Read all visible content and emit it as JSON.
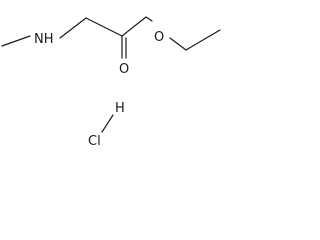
{
  "molecule": {
    "atoms": {
      "nitrogen": "NH",
      "carbonyl_oxygen": "O",
      "ester_oxygen": "O",
      "hydrogen": "H",
      "chlorine": "Cl"
    }
  }
}
